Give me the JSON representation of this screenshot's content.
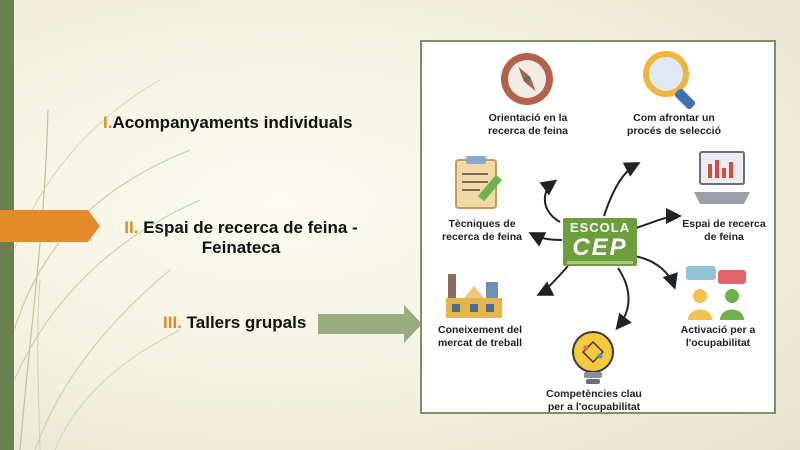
{
  "items": [
    {
      "num": "I.",
      "text": "Acompanyaments individuals"
    },
    {
      "num": "II.",
      "text_line1": "Espai de recerca de feina -",
      "text_line2": "Feinateca"
    },
    {
      "num": "III.",
      "text": "Tallers grupals"
    }
  ],
  "diagram": {
    "center": {
      "line1": "ESCOLA",
      "line2": "CEP"
    },
    "nodes": [
      {
        "line1": "Orientació en la",
        "line2": "recerca de feina",
        "icon": "compass-icon"
      },
      {
        "line1": "Com afrontar un",
        "line2": "procés de selecció",
        "icon": "magnifier-icon"
      },
      {
        "line1": "Tècniques de",
        "line2": "recerca de feina",
        "icon": "clipboard-pencil-icon"
      },
      {
        "line1": "Espai de recerca",
        "line2": "de feina",
        "icon": "computer-monitor-icon"
      },
      {
        "line1": "Coneixement del",
        "line2": "mercat de treball",
        "icon": "factory-icon"
      },
      {
        "line1": "Activació per a",
        "line2": "l'ocupabilitat",
        "icon": "people-chat-icon"
      },
      {
        "line1": "Competències clau",
        "line2": "per a l'ocupabilitat",
        "icon": "lightbulb-puzzle-icon"
      }
    ]
  },
  "colors": {
    "accent_orange": "#e08a25",
    "olive_green": "#6b8050",
    "arrow_green": "#9aab82",
    "logo_green": "#6c9e3c"
  }
}
